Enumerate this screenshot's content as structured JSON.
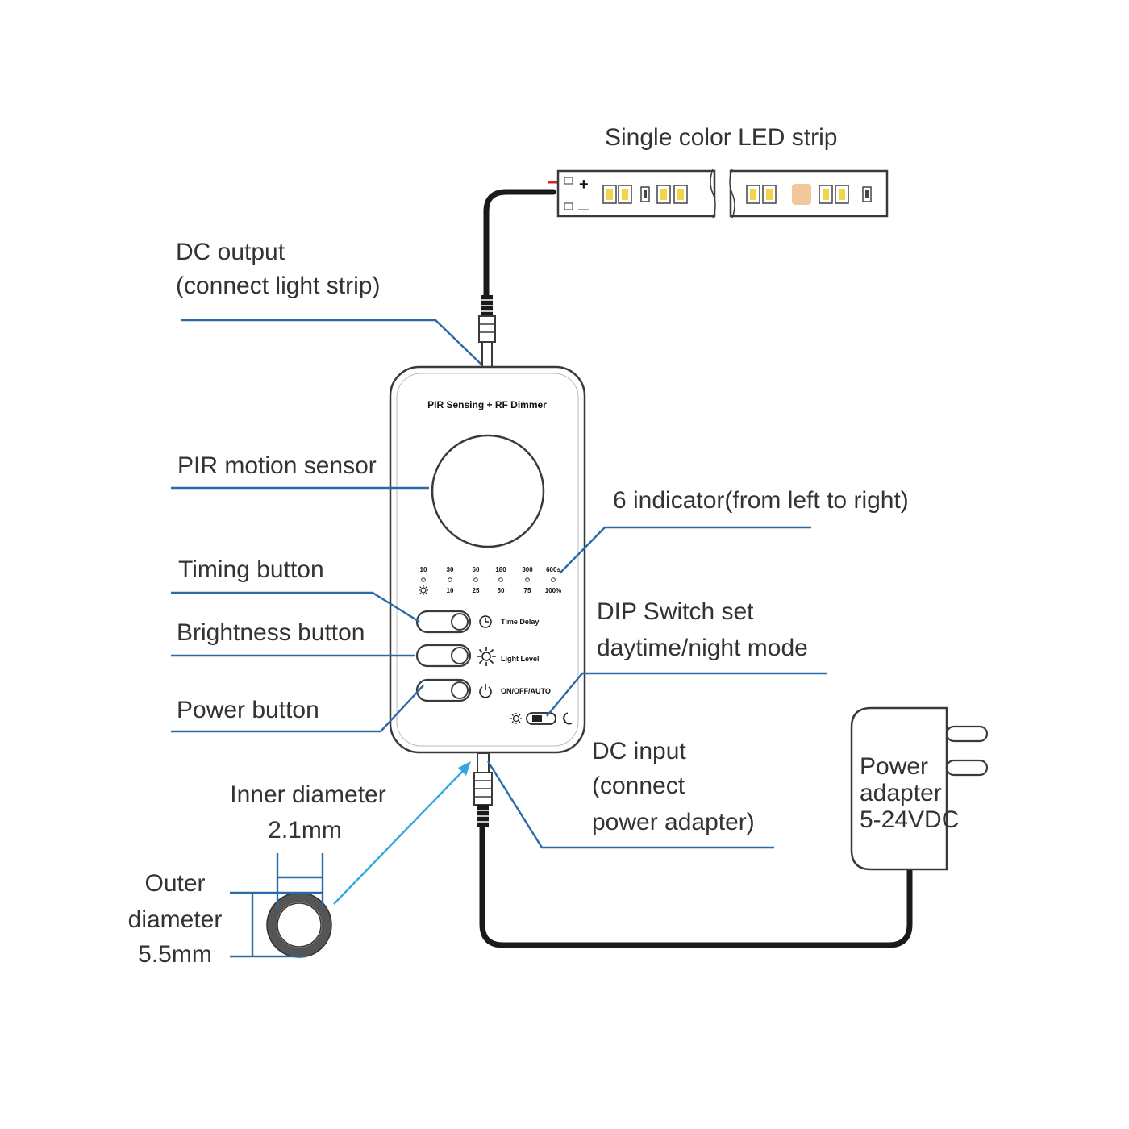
{
  "labels": {
    "led_strip": "Single color LED strip",
    "dc_output_1": "DC output",
    "dc_output_2": "(connect light strip)",
    "pir_sensor": "PIR motion sensor",
    "indicators": "6 indicator(from left to right)",
    "timing_button": "Timing button",
    "brightness_button": "Brightness button",
    "power_button": "Power button",
    "dip_1": "DIP Switch set",
    "dip_2": "daytime/night mode",
    "dc_input_1": "DC input",
    "dc_input_2": "(connect",
    "dc_input_3": "power adapter)",
    "inner_1": "Inner diameter",
    "inner_2": "2.1mm",
    "outer_1": "Outer",
    "outer_2": "diameter",
    "outer_3": "5.5mm",
    "adapter_1": "Power",
    "adapter_2": "adapter",
    "adapter_3": "5-24VDC"
  },
  "controller": {
    "title": "PIR Sensing + RF Dimmer",
    "time_row": [
      "10",
      "30",
      "60",
      "180",
      "300",
      "600s"
    ],
    "level_row": [
      "10",
      "25",
      "50",
      "75",
      "100%"
    ],
    "time_delay": "Time Delay",
    "light_level": "Light Level",
    "on_off_auto": "ON/OFF/AUTO"
  },
  "strip": {
    "plus": "+",
    "minus": "—"
  },
  "colors": {
    "callout": "#2b6aa8",
    "arrow": "#35a7e0",
    "wire": "#1a1a1a",
    "led": "#f2d54a",
    "led_warm": "#f0c89a"
  }
}
